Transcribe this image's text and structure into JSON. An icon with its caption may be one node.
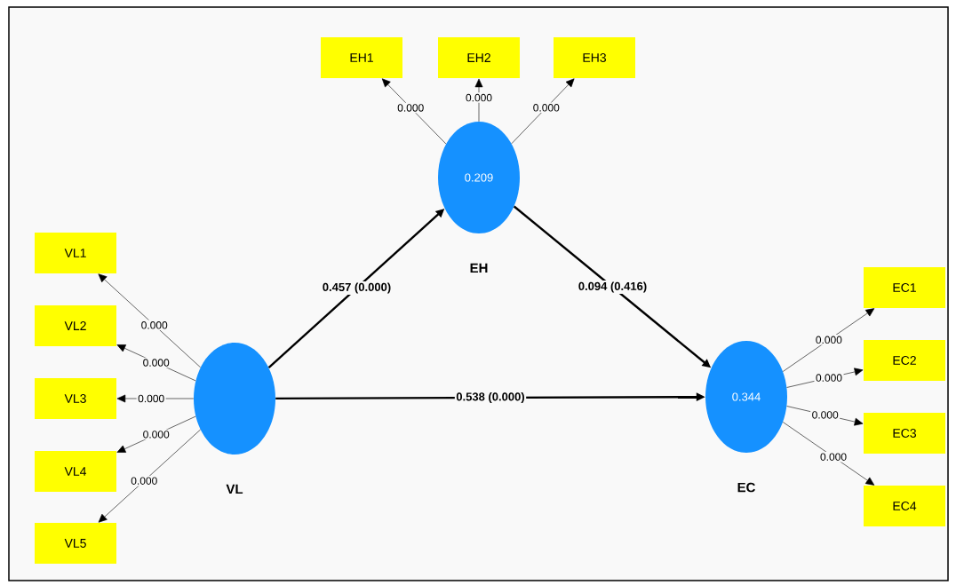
{
  "diagram": {
    "nodes": [
      {
        "text": [
          "EH1"
        ]
      },
      {
        "text": [
          "EH2"
        ]
      },
      {
        "text": [
          "EH3"
        ]
      },
      {
        "text": [
          "0.209"
        ],
        "beside": [
          "EH"
        ]
      },
      {
        "text": [
          "VL1"
        ]
      },
      {
        "text": [
          "VL2"
        ]
      },
      {
        "text": [
          "VL3"
        ]
      },
      {
        "text": [
          "VL4"
        ]
      },
      {
        "text": [
          "VL5"
        ]
      },
      {
        "text": [],
        "shape": "circle",
        "beside": [
          "VL"
        ]
      },
      {
        "text": [
          "EC1"
        ]
      },
      {
        "text": [
          "EC2"
        ]
      },
      {
        "text": [
          "EC3"
        ]
      },
      {
        "text": [
          "EC4"
        ]
      },
      {
        "text": [
          "0.344"
        ],
        "beside": [
          "EC"
        ]
      }
    ],
    "edges": [
      {
        "from": 3,
        "to": 0,
        "arrow": "to",
        "label": "0.000"
      },
      {
        "from": 3,
        "to": 1,
        "arrow": "to",
        "label": "0.000"
      },
      {
        "from": 3,
        "to": 2,
        "arrow": "to",
        "label": "0.000"
      },
      {
        "from": 9,
        "to": 4,
        "arrow": "to",
        "label": "0.000"
      },
      {
        "from": 9,
        "to": 5,
        "arrow": "to",
        "label": "0.000"
      },
      {
        "from": 9,
        "to": 6,
        "arrow": "to",
        "label": "0.000"
      },
      {
        "from": 9,
        "to": 7,
        "arrow": "to",
        "label": "0.000"
      },
      {
        "from": 9,
        "to": 8,
        "arrow": "to",
        "label": "0.000"
      },
      {
        "from": 14,
        "to": 10,
        "arrow": "to",
        "label": "0.000"
      },
      {
        "from": 14,
        "to": 11,
        "arrow": "to",
        "label": "0.000"
      },
      {
        "from": 14,
        "to": 12,
        "arrow": "to",
        "label": "0.000"
      },
      {
        "from": 14,
        "to": 13,
        "arrow": "to",
        "label": "0.000"
      },
      {
        "from": 9,
        "to": 3,
        "arrow": "to",
        "label": "0.457 (0.000)",
        "style": "thick"
      },
      {
        "from": 3,
        "to": 14,
        "arrow": "to",
        "label": "0.094 (0.416)",
        "style": "thick"
      },
      {
        "from": 9,
        "to": 14,
        "arrow": "to",
        "label": "0.538 (0.000)",
        "style": "thick"
      }
    ]
  }
}
